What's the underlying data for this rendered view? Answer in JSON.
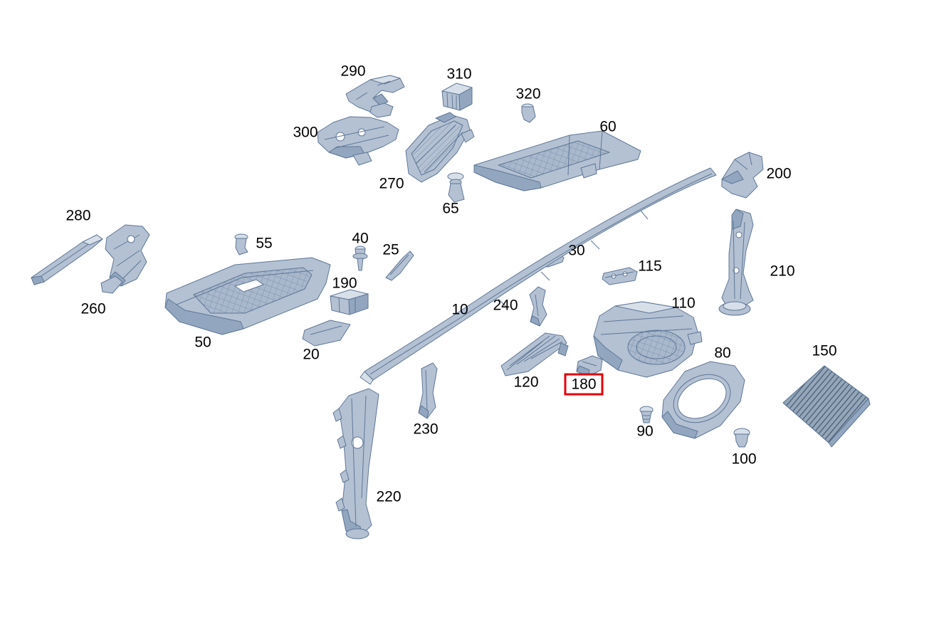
{
  "diagram": {
    "type": "exploded-parts-diagram",
    "background_color": "#ffffff",
    "part_fill_color": "#b4c1d3",
    "part_outline_color": "#5e7796",
    "highlight_color": "#e8000d",
    "highlighted_part": "180",
    "parts": [
      {
        "label": "290"
      },
      {
        "label": "310"
      },
      {
        "label": "320"
      },
      {
        "label": "300"
      },
      {
        "label": "60"
      },
      {
        "label": "270"
      },
      {
        "label": "65"
      },
      {
        "label": "200"
      },
      {
        "label": "280"
      },
      {
        "label": "55"
      },
      {
        "label": "40"
      },
      {
        "label": "25"
      },
      {
        "label": "30"
      },
      {
        "label": "115"
      },
      {
        "label": "210"
      },
      {
        "label": "190"
      },
      {
        "label": "10"
      },
      {
        "label": "240"
      },
      {
        "label": "110"
      },
      {
        "label": "260"
      },
      {
        "label": "50"
      },
      {
        "label": "20"
      },
      {
        "label": "80"
      },
      {
        "label": "150"
      },
      {
        "label": "120"
      },
      {
        "label": "180"
      },
      {
        "label": "90"
      },
      {
        "label": "230"
      },
      {
        "label": "100"
      },
      {
        "label": "220"
      }
    ]
  }
}
